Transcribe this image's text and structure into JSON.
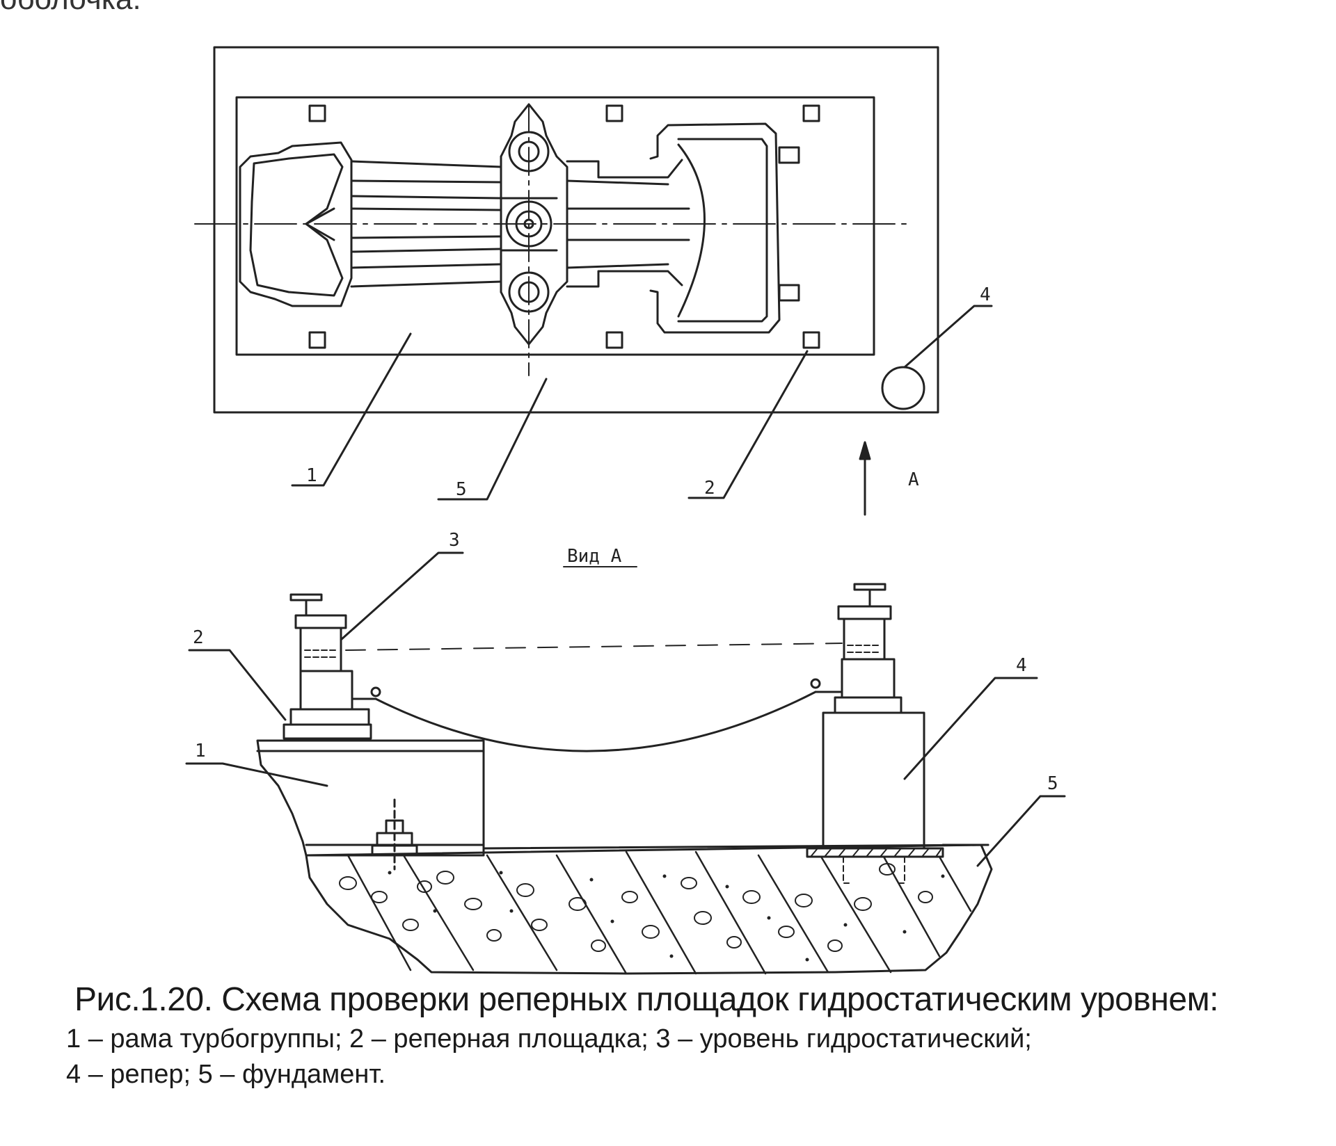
{
  "top_fragment": "оболочка.",
  "labels": {
    "top": {
      "frame": "1",
      "foundation": "5",
      "pad": "2",
      "benchmark": "4",
      "arrow": "А"
    },
    "bottom": {
      "level": "3",
      "pad": "2",
      "frame": "1",
      "benchmark": "4",
      "foundation": "5"
    },
    "view": "Вид А"
  },
  "caption": {
    "title": "Рис.1.20.  Схема проверки реперных площадок гидростатическим уровнем:",
    "line1": "1 – рама турбогруппы;  2 – реперная площадка;  3 – уровень гидростатический;",
    "line2": "4 – репер;  5 – фундамент."
  }
}
